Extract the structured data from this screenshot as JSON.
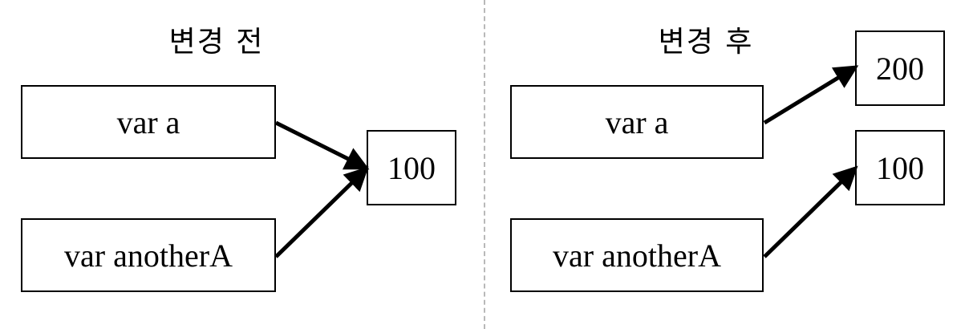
{
  "before": {
    "title": "변경 전",
    "var_a": "var a",
    "var_another": "var anotherA",
    "value": "100"
  },
  "after": {
    "title": "변경 후",
    "var_a": "var a",
    "var_another": "var anotherA",
    "value_new": "200",
    "value_old": "100"
  }
}
